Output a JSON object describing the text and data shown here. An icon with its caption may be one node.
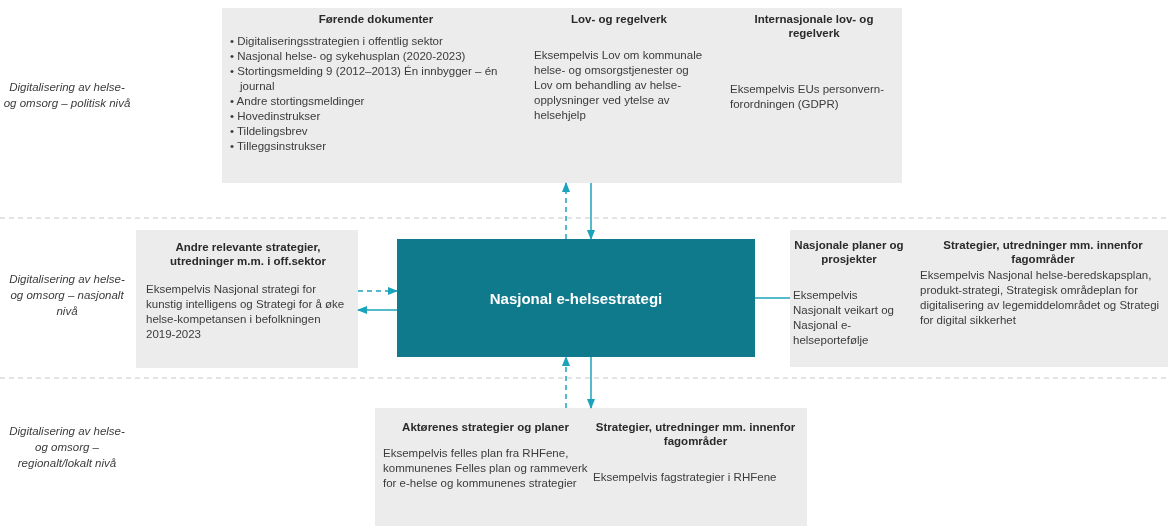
{
  "diagram": {
    "nodes": [
      {
        "text": [],
        "shape": "box"
      },
      {
        "text": [
          "Førende dokumenter",
          "• Digitaliseringsstrategien i offentlig sektor",
          "• Nasjonal helse- og sykehusplan (2020-2023)",
          "• Stortingsmelding 9 (2012–2013) Én innbygger – én journal",
          "• Andre stortingsmeldinger",
          "• Hovedinstrukser",
          "• Tildelingsbrev",
          "• Tilleggsinstrukser"
        ],
        "in": 0
      },
      {
        "text": [
          "Lov- og regelverk",
          "Eksempelvis Lov om kommunale helse- og omsorgstjenester og Lov om behandling av helse-opplysninger ved ytelse av helsehjelp"
        ],
        "in": 0
      },
      {
        "text": [
          "Internasjonale lov- og regelverk",
          "Eksempelvis EUs personvern-forordningen (GDPR)"
        ],
        "in": 0
      },
      {
        "text": [
          "Andre relevante strategier, utredninger m.m. i off.sektor",
          "Eksempelvis Nasjonal strategi for kunstig intelligens og Strategi for å øke helse-kompetansen i befolkningen 2019-2023"
        ]
      },
      {
        "text": [
          "Nasjonal e-helsestrategi"
        ]
      },
      {
        "text": [],
        "shape": "box"
      },
      {
        "text": [
          "Nasjonale planer og prosjekter",
          "Eksempelvis Nasjonalt veikart og Nasjonal e-helseportefølje"
        ],
        "in": 6
      },
      {
        "text": [
          "Strategier, utredninger mm. innenfor fagområder",
          "Eksempelvis Nasjonal helse-beredskapsplan, produkt-strategi, Strategisk områdeplan for digitalisering av legemiddelområdet og Strategi for digital sikkerhet"
        ],
        "in": 6
      },
      {
        "text": [],
        "shape": "box"
      },
      {
        "text": [
          "Aktørenes strategier og planer",
          "Eksempelvis felles plan fra RHFene, kommunenes Felles plan og rammeverk for e-helse og kommunenes strategier"
        ],
        "in": 9
      },
      {
        "text": [
          "Strategier, utredninger mm. innenfor fagområder",
          "Eksempelvis fagstrategier i RHFene"
        ],
        "in": 9
      }
    ],
    "edges": [
      {
        "from": 5,
        "to": 0,
        "arrow": "to",
        "style": "dashed"
      },
      {
        "from": 0,
        "to": 5,
        "arrow": "to"
      },
      {
        "from": 4,
        "to": 5,
        "arrow": "to",
        "style": "dashed"
      },
      {
        "from": 5,
        "to": 4,
        "arrow": "to"
      },
      {
        "from": 5,
        "to": 6,
        "arrow": "none"
      },
      {
        "from": 9,
        "to": 5,
        "arrow": "to",
        "style": "dashed"
      },
      {
        "from": 5,
        "to": 9,
        "arrow": "to"
      }
    ],
    "labels": [
      "Digitalisering av helse- og omsorg – politisk nivå",
      "Digitalisering av helse- og omsorg – nasjonalt nivå",
      "Digitalisering av helse- og omsorg – regionalt/lokalt nivå"
    ]
  }
}
